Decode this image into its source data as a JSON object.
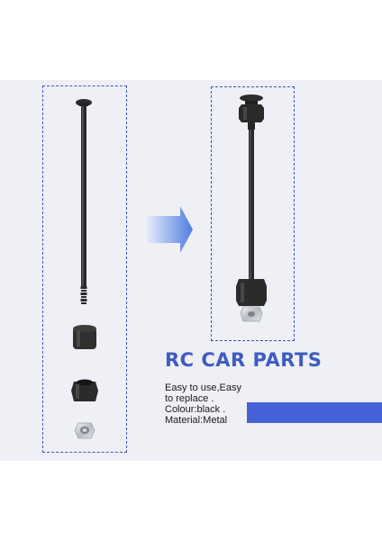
{
  "product": {
    "title": "RC CAR PARTS",
    "desc_line1": "Easy to use,Easy",
    "desc_line2": "to replace .",
    "desc_line3": "Colour:black .",
    "desc_line4": "Material:Metal"
  },
  "colors": {
    "panel": "#eef0f6",
    "accent": "#3f5cc0",
    "bar": "#4762d6",
    "part": "#2b2b2b"
  }
}
